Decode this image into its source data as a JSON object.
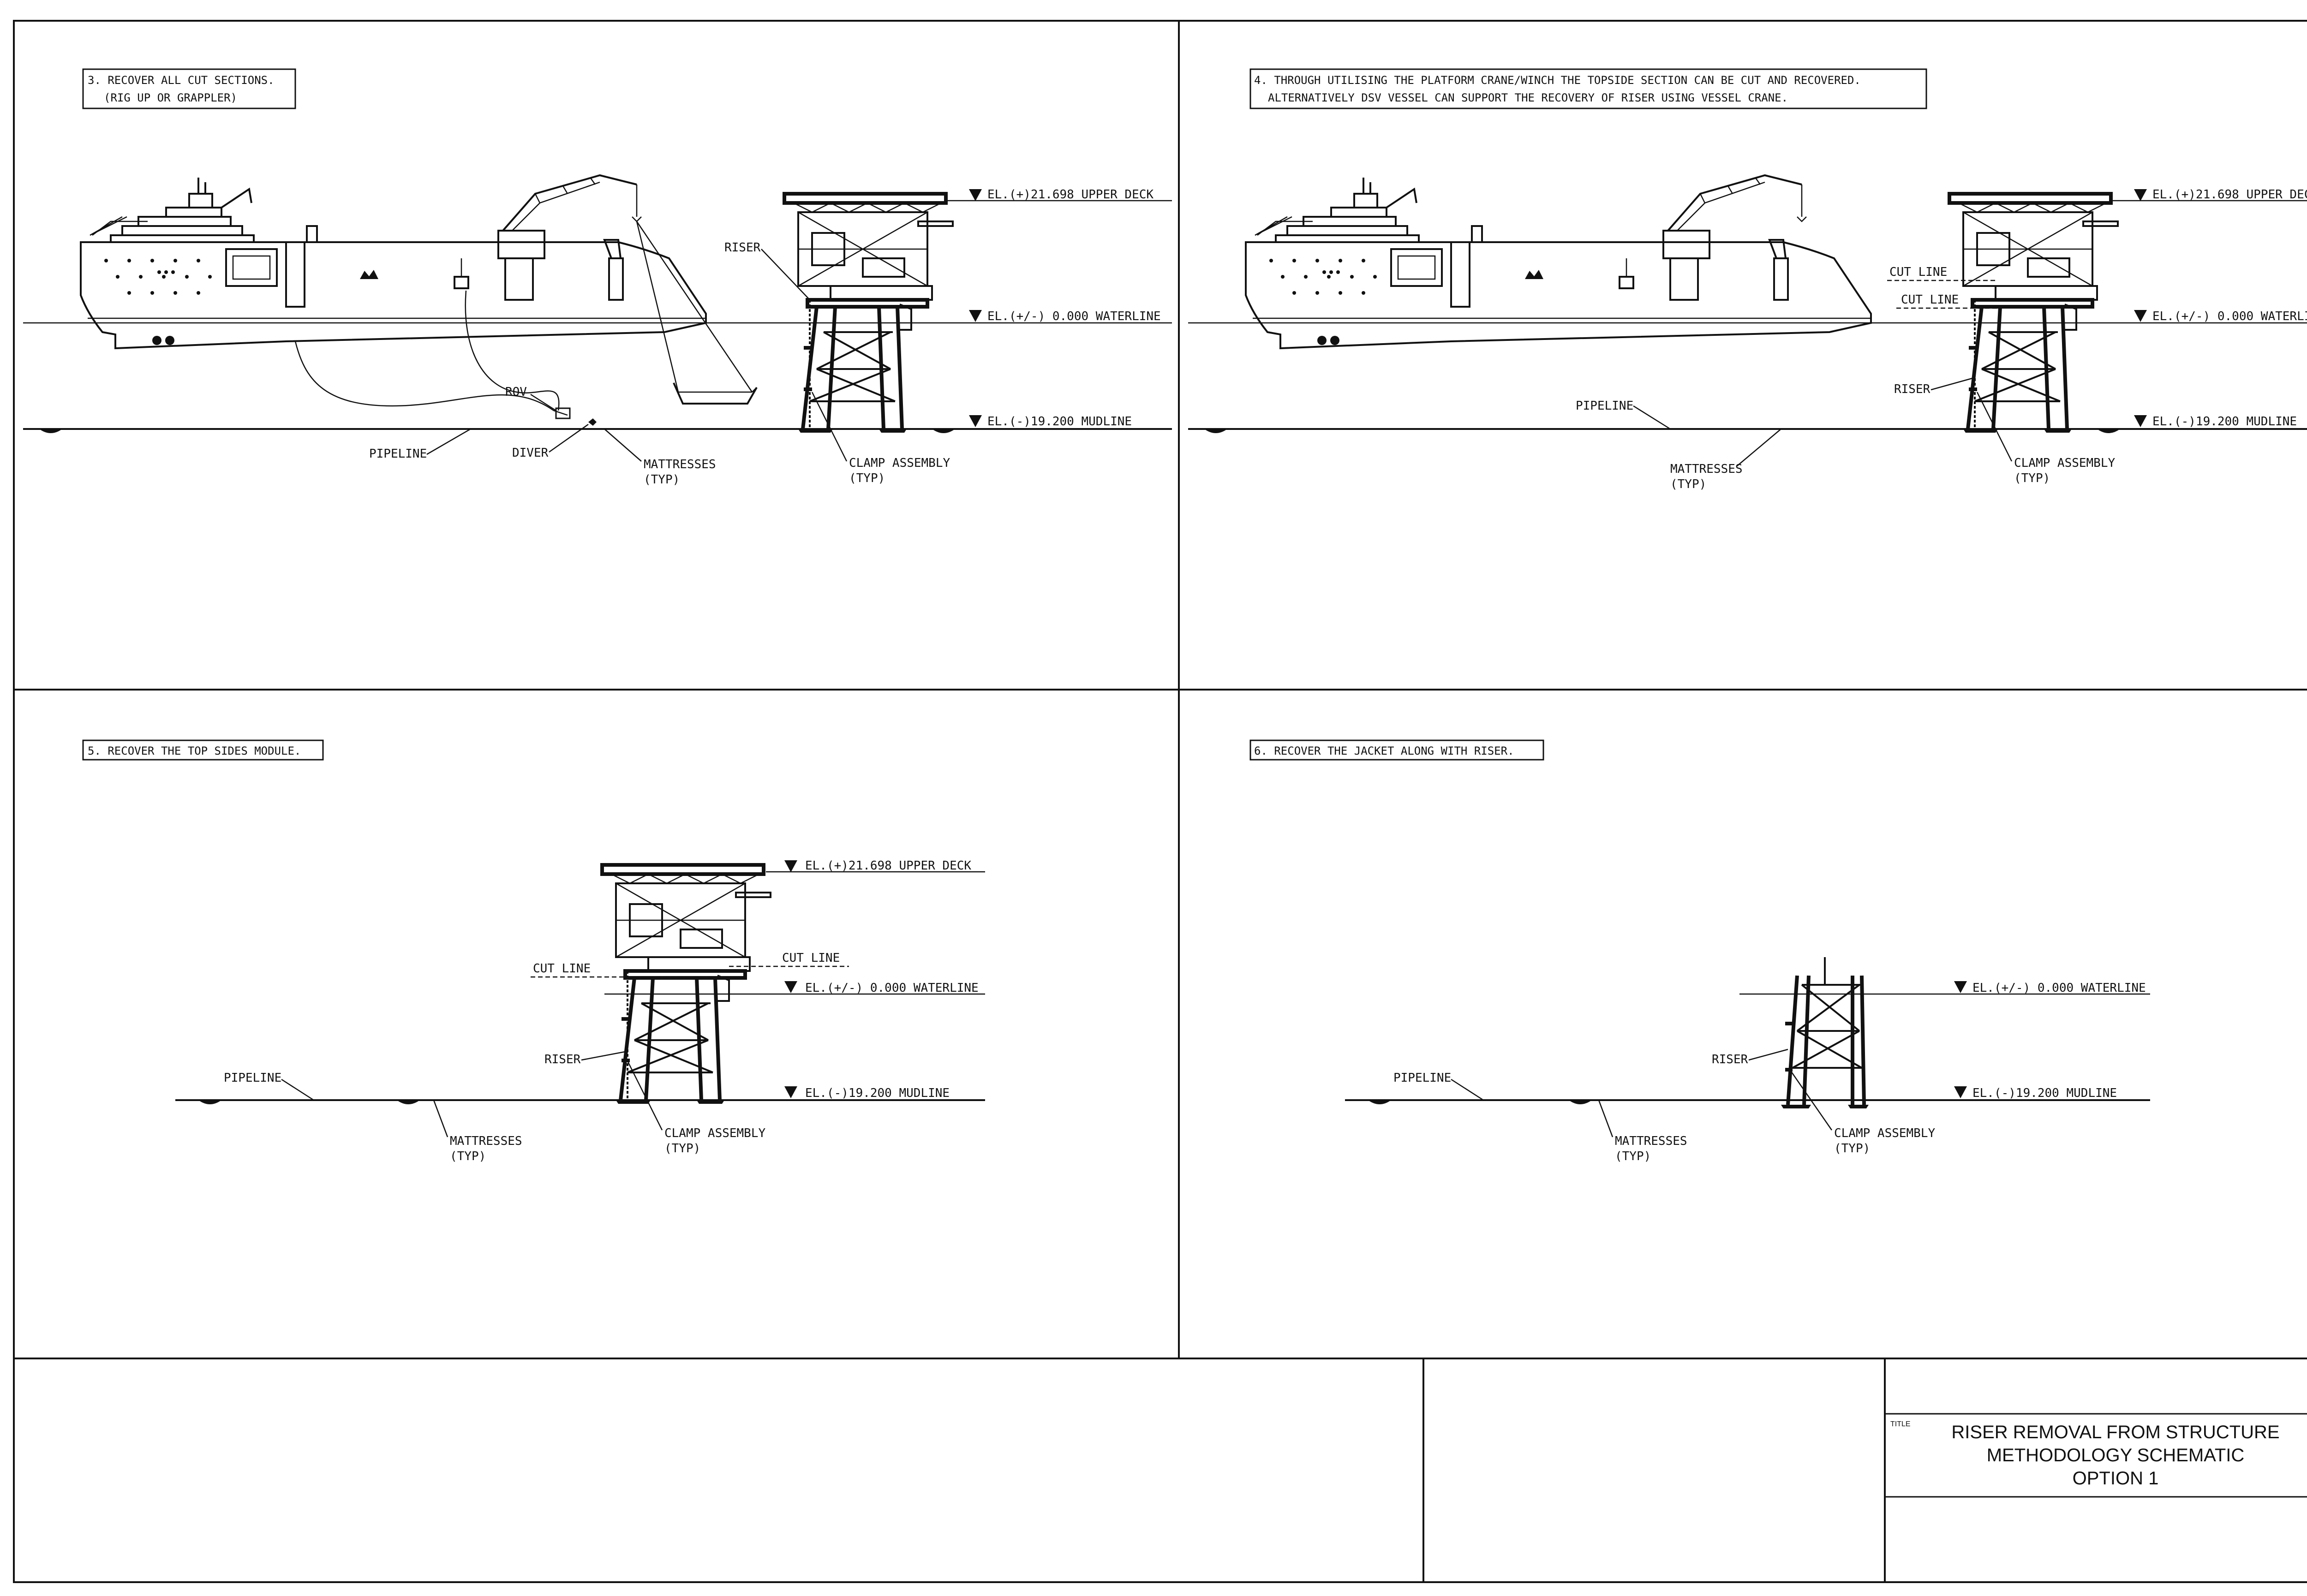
{
  "elevations": {
    "upper_deck": "EL.(+)21.698 UPPER DECK",
    "waterline": "EL.(+/-) 0.000 WATERLINE",
    "mudline": "EL.(-)19.200 MUDLINE"
  },
  "panels": [
    {
      "note_line1": "3. RECOVER ALL CUT SECTIONS.",
      "note_line2": "(RIG UP OR GRAPPLER)",
      "labels": {
        "riser": "RISER",
        "rov": "ROV",
        "diver": "DIVER",
        "pipeline": "PIPELINE",
        "mattresses": "MATTRESSES",
        "typ": "(TYP)",
        "clamp": "CLAMP ASSEMBLY",
        "clamp_typ": "(TYP)"
      }
    },
    {
      "note_line1": "4. THROUGH UTILISING THE PLATFORM CRANE/WINCH THE TOPSIDE SECTION CAN BE CUT AND RECOVERED.",
      "note_line2": "ALTERNATIVELY DSV VESSEL CAN SUPPORT THE RECOVERY OF RISER USING VESSEL CRANE.",
      "labels": {
        "cut_line_upper": "CUT LINE",
        "cut_line_lower": "CUT LINE",
        "riser": "RISER",
        "pipeline": "PIPELINE",
        "mattresses": "MATTRESSES",
        "typ": "(TYP)",
        "clamp": "CLAMP ASSEMBLY",
        "clamp_typ": "(TYP)"
      }
    },
    {
      "note_line1": "5. RECOVER THE TOP SIDES MODULE.",
      "labels": {
        "cut_line_left": "CUT LINE",
        "cut_line_right": "CUT LINE",
        "riser": "RISER",
        "pipeline": "PIPELINE",
        "mattresses": "MATTRESSES",
        "typ": "(TYP)",
        "clamp": "CLAMP ASSEMBLY",
        "clamp_typ": "(TYP)"
      }
    },
    {
      "note_line1": "6. RECOVER THE JACKET ALONG WITH RISER.",
      "labels": {
        "riser": "RISER",
        "pipeline": "PIPELINE",
        "mattresses": "MATTRESSES",
        "typ": "(TYP)",
        "clamp": "CLAMP ASSEMBLY",
        "clamp_typ": "(TYP)"
      }
    }
  ],
  "title_block": {
    "field_label": "TITLE",
    "line1": "RISER REMOVAL FROM STRUCTURE",
    "line2": "METHODOLOGY SCHEMATIC",
    "line3": "OPTION 1"
  }
}
